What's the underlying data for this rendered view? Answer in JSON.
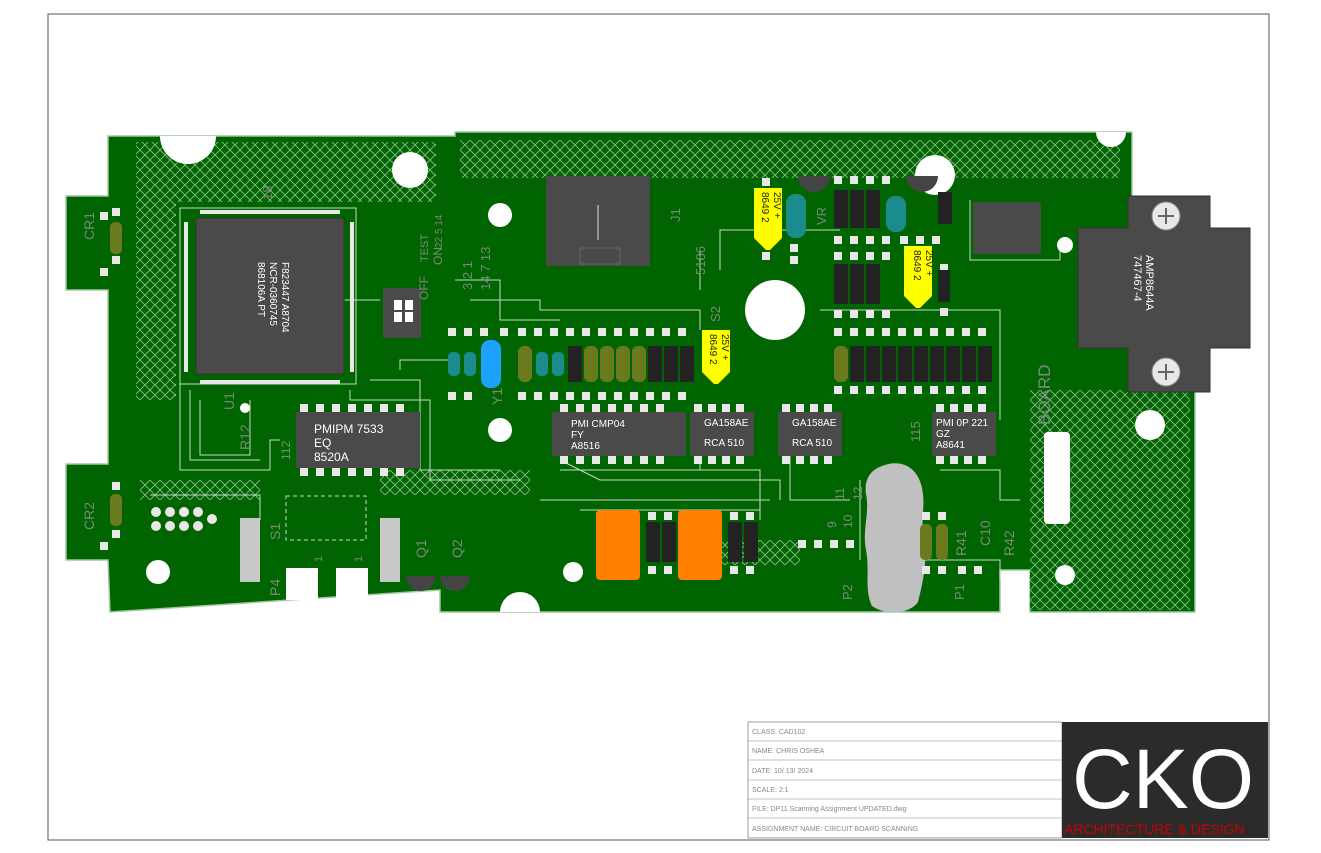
{
  "colors": {
    "board": "#006400",
    "trace": "#c8d8c8",
    "chip": "#4a4a4a",
    "pad": "#e8e8e8",
    "cap_yellow": "#ffff00",
    "cap_teal": "#1a8c8c",
    "cap_blue": "#1ea0ff",
    "res_olive": "#6b7a1e",
    "res_black": "#222222",
    "cap_orange": "#ff7f00",
    "logo_bg": "#2b2b2b",
    "logo_red": "#cc0000"
  },
  "chips": {
    "main": [
      "868106A PT",
      "NCR-0360745",
      "F823447 A8704"
    ],
    "pmipm": [
      "PMIPM 7533",
      "EQ",
      "8520A"
    ],
    "cmp04": [
      "PMI CMP04",
      "FY",
      "A8516"
    ],
    "ga1": [
      "GA158AE",
      "RCA 510"
    ],
    "ga2": [
      "GA158AE",
      "RCA 510"
    ],
    "op221": [
      "PMI 0P 221",
      "GZ",
      "A8641"
    ],
    "amp": [
      "AMP8644A",
      "747467-4"
    ]
  },
  "caps": {
    "c1": [
      "25V +",
      "8649 2"
    ],
    "c2": [
      "25V +",
      "8649 2"
    ],
    "c3": [
      "25V +",
      "8649 2"
    ]
  },
  "labels": {
    "cr1": "CR1",
    "cr2": "CR2",
    "j1": "J1",
    "n5186": "5186",
    "s2": "S2",
    "y1": "Y1",
    "u1": "U1",
    "r12": "R12",
    "n112": "112",
    "s1": "S1",
    "p4": "P4",
    "q1": "Q1",
    "q2": "Q2",
    "p2": "P2",
    "p1": "P1",
    "r41": "R41",
    "c10": "C10",
    "r42": "R42",
    "n115": "115",
    "board": "BOARD",
    "vr": "VR",
    "n18": "18",
    "n9": "9",
    "n10": "10",
    "n11": "11",
    "n12": "12",
    "one_a": "1",
    "one_b": "1",
    "dip_off": "OFF",
    "dip_on": "ON",
    "dip_test": "TEST",
    "dip_val": "22 5 14",
    "dip_nums": "3 2 1",
    "dip_nums2": "14 7 13"
  },
  "title_block": {
    "class": "CLASS: CAD102",
    "name": "NAME: CHRIS OSHEA",
    "date": "DATE: 10/ 13/ 2024",
    "scale": "SCALE: 2:1",
    "file": "FILE: DP11 Scanning Assignment UPDATED.dwg",
    "assignment": "ASSIGNMENT NAME: CIRCUIT BOARD SCANNING"
  },
  "logo": {
    "text": "CKO",
    "subtitle": "ARCHITECTURE & DESIGN"
  }
}
